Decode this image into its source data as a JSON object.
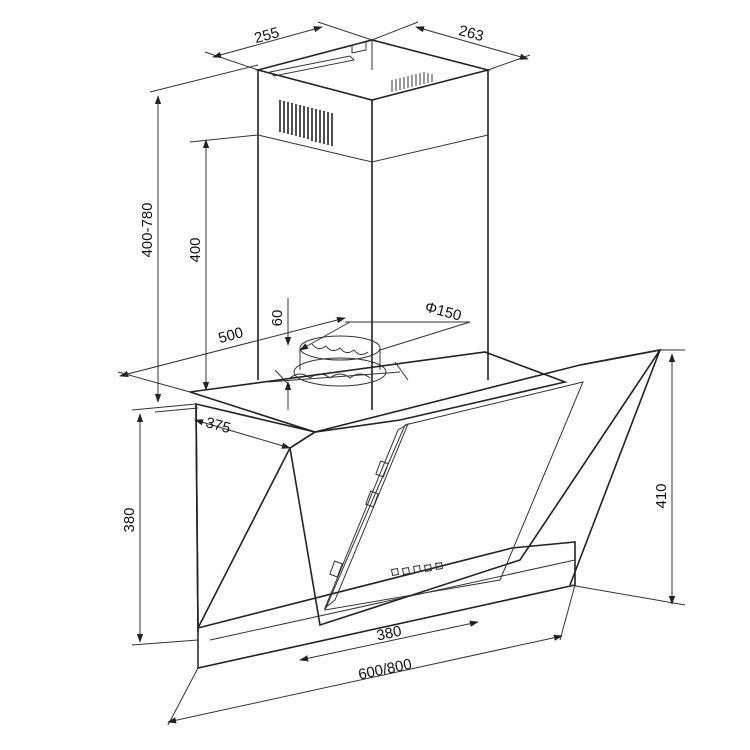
{
  "dimensions": {
    "chimney_width": "255",
    "chimney_depth": "263",
    "chimney_height_range": "400-780",
    "chimney_height": "400",
    "outlet_height": "60",
    "outlet_diameter": "Φ150",
    "body_depth": "500",
    "canopy_depth": "375",
    "front_height": "380",
    "glass_height": "410",
    "glass_width": "380",
    "overall_width": "600/800"
  }
}
